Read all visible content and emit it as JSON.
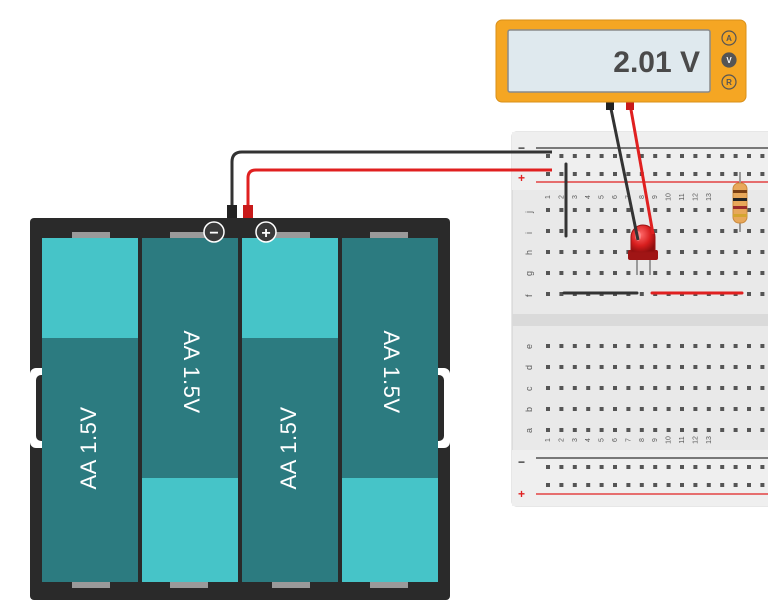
{
  "multimeter": {
    "reading": "2.01 V",
    "modes": [
      "A",
      "V",
      "R"
    ],
    "active_mode": "V",
    "frame_color": "#f5a623",
    "screen_color": "#dfe9ee"
  },
  "battery_pack": {
    "cells": [
      {
        "label": "AA 1.5V",
        "orientation": "up"
      },
      {
        "label": "AA 1.5V",
        "orientation": "down"
      },
      {
        "label": "AA 1.5V",
        "orientation": "up"
      },
      {
        "label": "AA 1.5V",
        "orientation": "down"
      }
    ],
    "negative_terminal": "−",
    "positive_terminal": "+",
    "cell_light_color": "#46c4c8",
    "cell_dark_color": "#2c7b80",
    "holder_color": "#2a2a2a"
  },
  "breadboard": {
    "top_rail_signs": {
      "minus": "−",
      "plus": "+"
    },
    "bottom_rail_signs": {
      "minus": "−",
      "plus": "+"
    },
    "upper_row_letters": [
      "j",
      "i",
      "h",
      "g",
      "f"
    ],
    "lower_row_letters": [
      "e",
      "d",
      "c",
      "b",
      "a"
    ],
    "column_numbers": [
      "1",
      "2",
      "3",
      "4",
      "5",
      "6",
      "7",
      "8",
      "9",
      "10",
      "11",
      "12",
      "13"
    ],
    "wire_colors": {
      "negative": "#333333",
      "positive": "#e02020"
    }
  },
  "components": {
    "led": {
      "name": "LED",
      "color": "#d81e1e"
    },
    "resistor": {
      "name": "resistor",
      "color": "#e8a85a"
    }
  }
}
